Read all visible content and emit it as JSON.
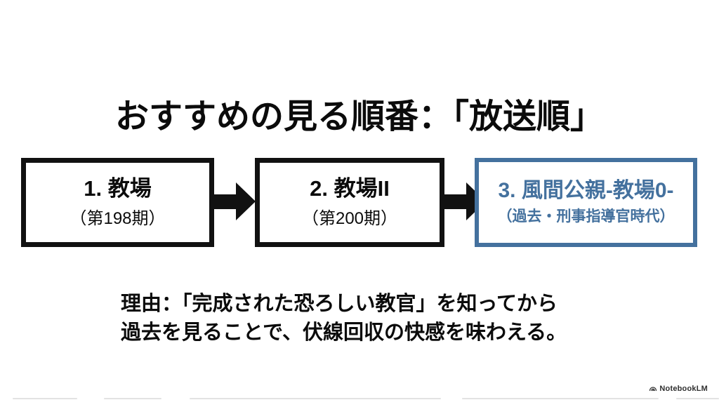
{
  "slide": {
    "title": "おすすめの見る順番：「放送順」",
    "steps": [
      {
        "title": "1. 教場",
        "subtitle": "（第198期）"
      },
      {
        "title": "2. 教場II",
        "subtitle": "（第200期）"
      },
      {
        "title": "3. 風間公親-教場0-",
        "subtitle": "（過去・刑事指導官時代）"
      }
    ],
    "reason": {
      "line1": "理由：「完成された恐ろしい教官」を知ってから",
      "line2": "過去を見ることで、伏線回収の快感を味わえる。"
    },
    "colors": {
      "highlight_blue": "#44719e",
      "text_black": "#0b0b0b",
      "background": "#ffffff"
    }
  },
  "footer": {
    "brand": "NotebookLM"
  }
}
